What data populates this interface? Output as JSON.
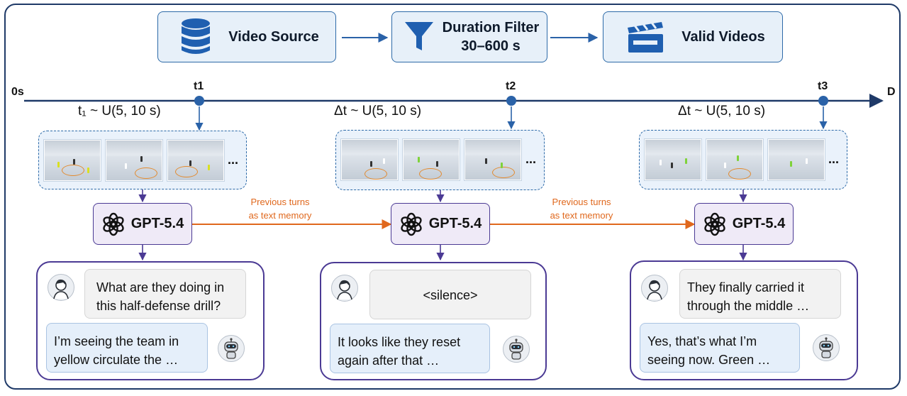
{
  "pipeline": {
    "stages": [
      {
        "label": "Video Source",
        "icon": "database-icon"
      },
      {
        "label": "Duration Filter\n30–600 s",
        "icon": "filter-icon"
      },
      {
        "label": "Valid Videos",
        "icon": "clapperboard-icon"
      }
    ]
  },
  "timeline": {
    "start_label": "0s",
    "end_label": "D",
    "ticks": [
      "t1",
      "t2",
      "t3"
    ],
    "intervals": [
      "t₁ ~ U(5, 10 s)",
      "Δt ~ U(5, 10 s)",
      "Δt ~ U(5, 10 s)"
    ],
    "ellipsis": "..."
  },
  "model": {
    "label": "GPT-5.4",
    "icon": "openai-logo-icon"
  },
  "memory_label": "Previous turns\nas text memory",
  "turns": [
    {
      "user": "What are they doing in\nthis half-defense drill?",
      "bot": "I’m seeing the team in\nyellow circulate the …"
    },
    {
      "user": "<silence>",
      "bot": "It looks like they reset\nagain after that …"
    },
    {
      "user": "They finally carried it\nthrough the middle …",
      "bot": "Yes, that’s what I’m\nseeing now. Green …"
    }
  ],
  "colors": {
    "axis": "#1f3a68",
    "tick_dot": "#2a62a8",
    "memory_arrow": "#e0681d",
    "model_border": "#4b3a94",
    "stage_fill": "#e7f0f9"
  }
}
